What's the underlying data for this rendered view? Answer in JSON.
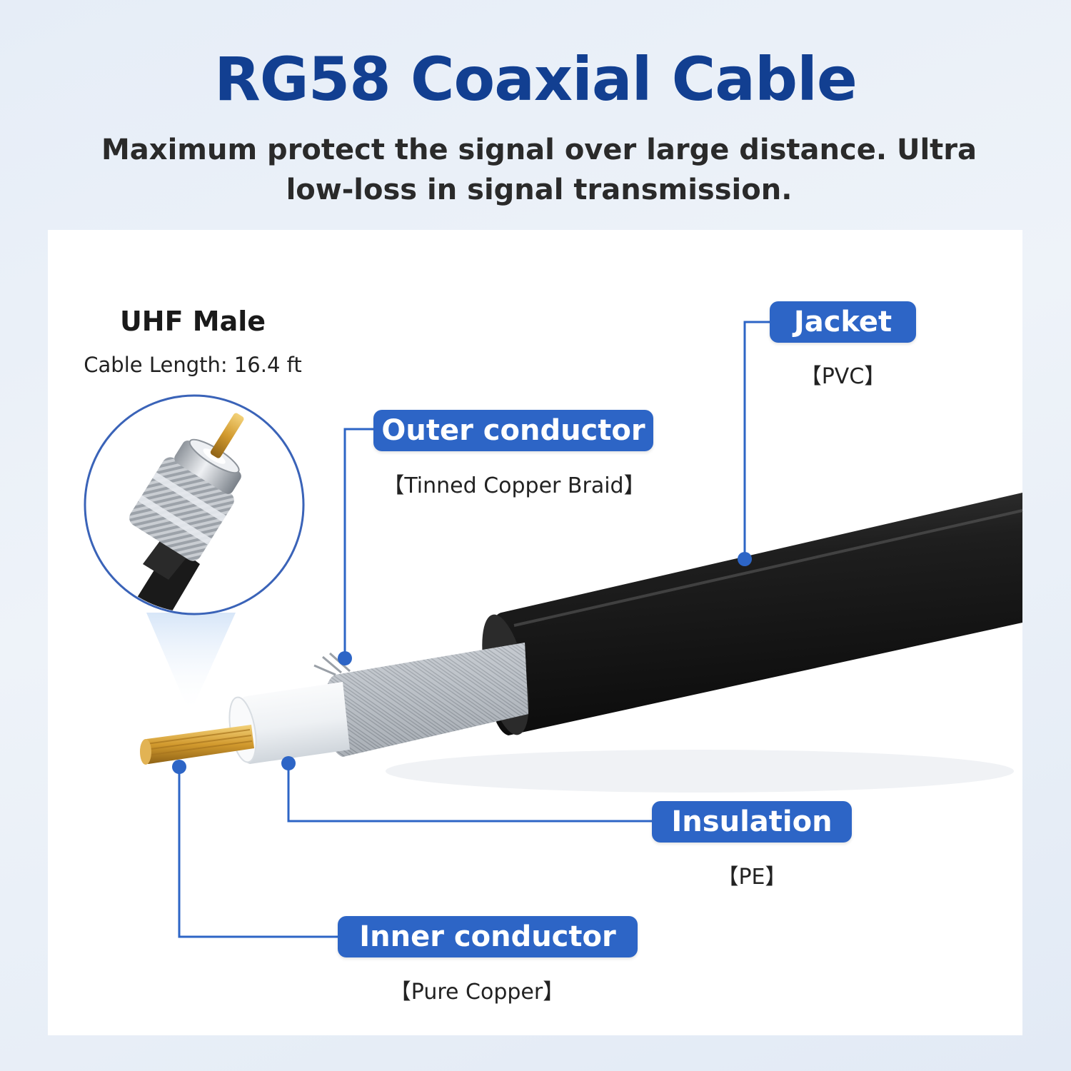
{
  "header": {
    "title": "RG58 Coaxial Cable",
    "subtitle": "Maximum protect the signal over large distance. Ultra low-loss in signal transmission."
  },
  "connector": {
    "title": "UHF Male",
    "cable_length": "Cable Length: 16.4 ft"
  },
  "labels": {
    "jacket": {
      "name": "Jacket",
      "material": "【PVC】"
    },
    "outer_conductor": {
      "name": "Outer conductor",
      "material": "【Tinned Copper Braid】"
    },
    "insulation": {
      "name": "Insulation",
      "material": "【PE】"
    },
    "inner_conductor": {
      "name": "Inner conductor",
      "material": "【Pure Copper】"
    }
  },
  "colors": {
    "title": "#123f91",
    "label_fill": "#2d65c6",
    "leader_line": "#2d65c6",
    "jacket": "#1b1b1b",
    "insulation": "#f4f6f8",
    "braid": "#b9bec4",
    "copper": "#d8a23a"
  }
}
